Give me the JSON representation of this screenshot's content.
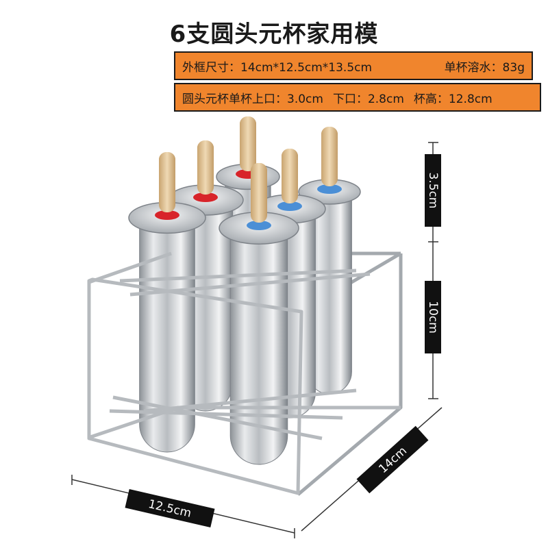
{
  "title": "6支圆头元杯家用模",
  "specs": {
    "frame_size": "外框尺寸：14cm*12.5cm*13.5cm",
    "cup_volume": "单杯溶水：83g",
    "cup_top": "圆头元杯单杯上口：3.0cm",
    "cup_bottom": "下口：2.8cm",
    "cup_height": "杯高：12.8cm"
  },
  "dimensions": {
    "top_height": "3.5cm",
    "body_height": "10cm",
    "depth": "14cm",
    "width": "12.5cm"
  },
  "colors": {
    "banner": "#f0852d",
    "label_bg": "#111111",
    "stick": "#e3c69a",
    "ring_red": "#d8242a",
    "ring_blue": "#4b8fd6",
    "steel": "#c8cbcf"
  }
}
